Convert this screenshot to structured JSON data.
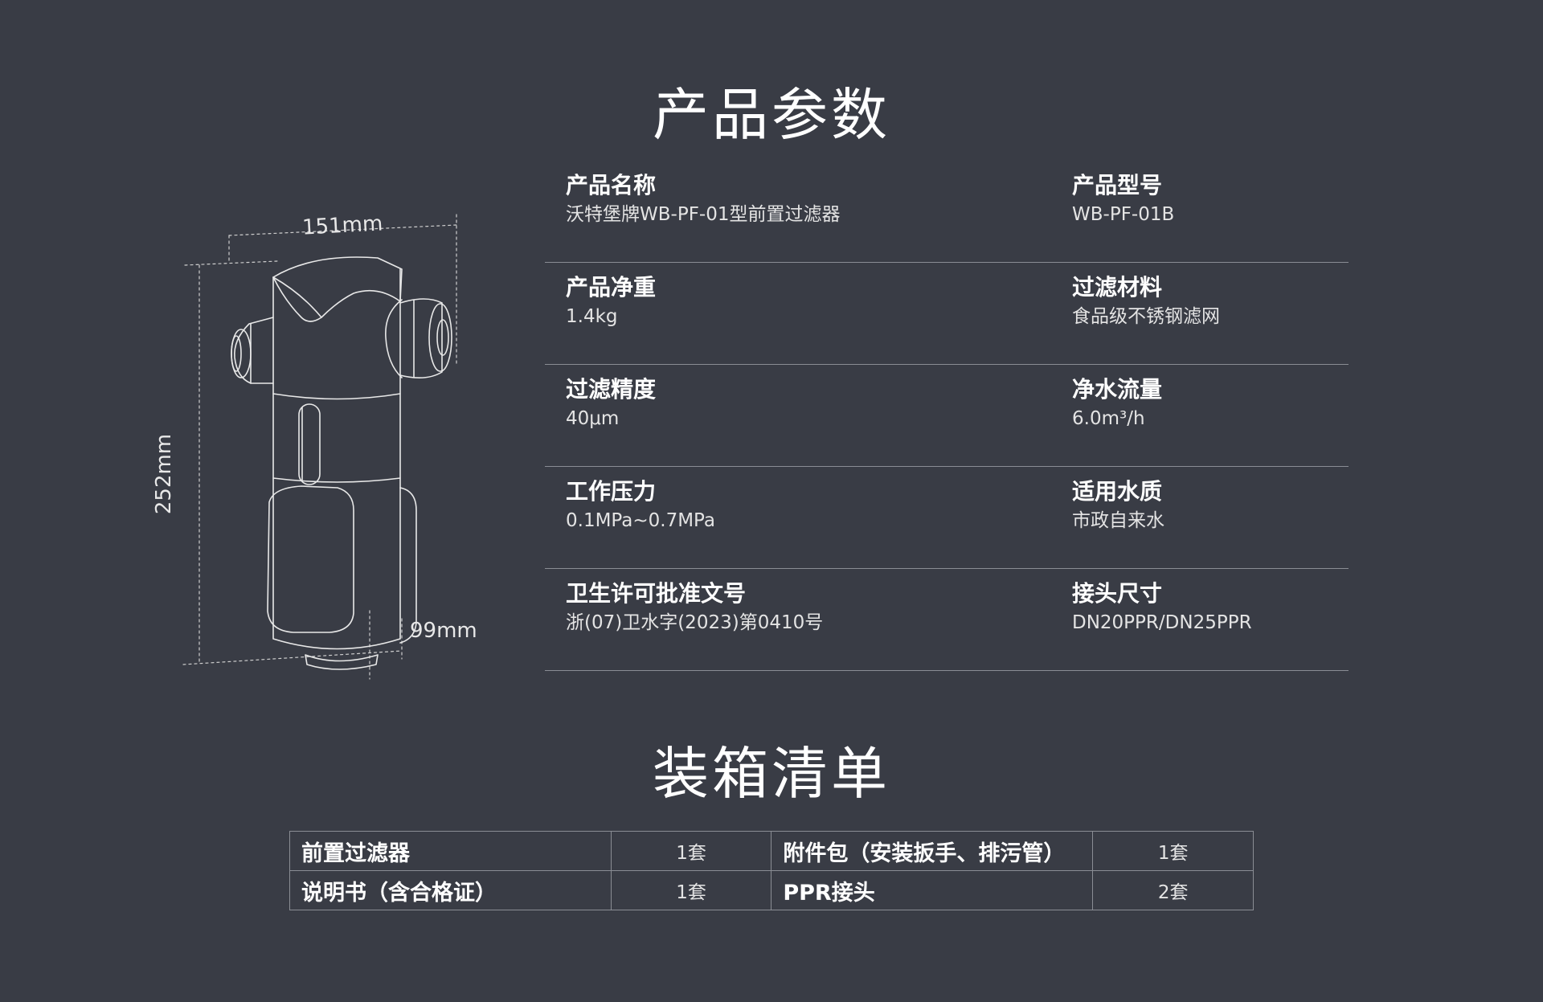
{
  "params_section": {
    "title": "产品参数"
  },
  "dimensions": {
    "width": "151mm",
    "height": "252mm",
    "depth": "99mm"
  },
  "specs": [
    {
      "left": {
        "label": "产品名称",
        "value": "沃特堡牌WB-PF-01型前置过滤器"
      },
      "right": {
        "label": "产品型号",
        "value": "WB-PF-01B"
      }
    },
    {
      "left": {
        "label": "产品净重",
        "value": "1.4kg"
      },
      "right": {
        "label": "过滤材料",
        "value": "食品级不锈钢滤网"
      }
    },
    {
      "left": {
        "label": "过滤精度",
        "value": "40μm"
      },
      "right": {
        "label": "净水流量",
        "value": "6.0m³/h"
      }
    },
    {
      "left": {
        "label": "工作压力",
        "value": "0.1MPa~0.7MPa"
      },
      "right": {
        "label": "适用水质",
        "value": "市政自来水"
      }
    },
    {
      "left": {
        "label": "卫生许可批准文号",
        "value": "浙(07)卫水字(2023)第0410号"
      },
      "right": {
        "label": "接头尺寸",
        "value": "DN20PPR/DN25PPR"
      }
    }
  ],
  "packing_section": {
    "title": "装箱清单",
    "rows": [
      [
        {
          "name": "前置过滤器",
          "qty": "1套"
        },
        {
          "name": "附件包（安装扳手、排污管）",
          "qty": "1套"
        }
      ],
      [
        {
          "name": "说明书（含合格证）",
          "qty": "1套"
        },
        {
          "name": "PPR接头",
          "qty": "2套"
        }
      ]
    ]
  },
  "colors": {
    "background": "#393c45",
    "text": "#ffffff",
    "divider": "#8a8d94"
  },
  "icons": {
    "product": "filter-outline-drawing"
  }
}
